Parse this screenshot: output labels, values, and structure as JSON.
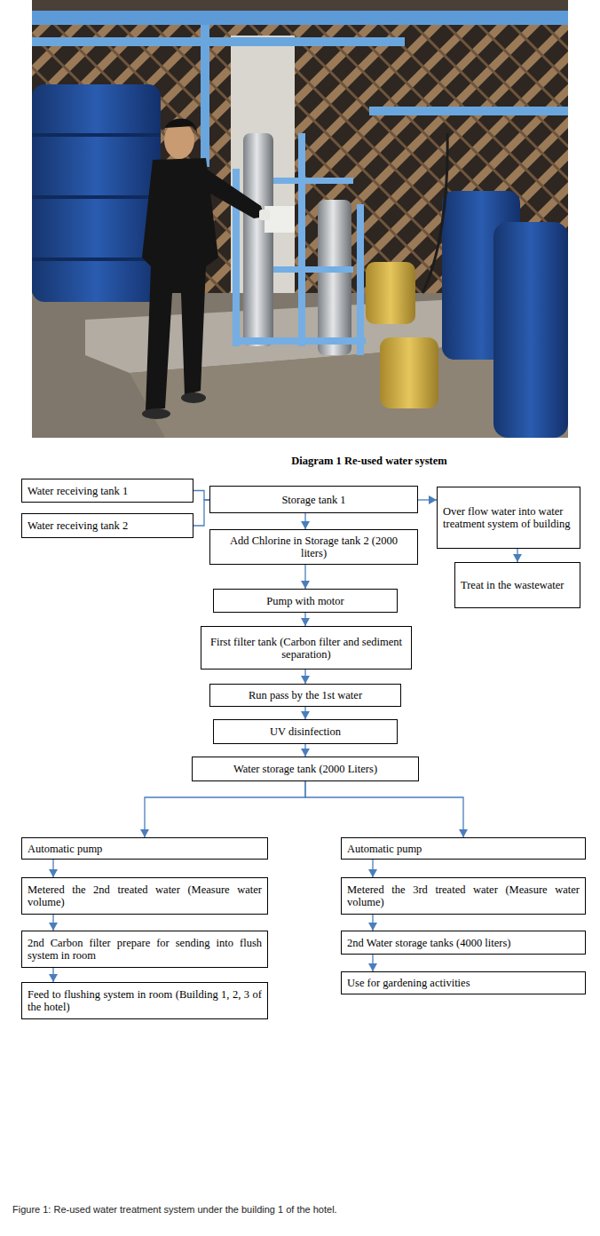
{
  "diagram": {
    "title": "Diagram 1 Re-used water system",
    "caption": "Figure 1: Re-used water treatment system under the building 1 of the hotel.",
    "nodes": [
      {
        "text": [
          "Water receiving tank 1"
        ]
      },
      {
        "text": [
          "Water receiving tank 2"
        ]
      },
      {
        "text": [
          "Storage tank 1"
        ]
      },
      {
        "text": [
          "Over flow water into water treatment system of building"
        ]
      },
      {
        "text": [
          "Treat in the wastewater"
        ]
      },
      {
        "text": [
          "Add Chlorine in Storage tank 2 (2000 liters)"
        ]
      },
      {
        "text": [
          "Pump with motor"
        ]
      },
      {
        "text": [
          "First filter tank (Carbon filter and sediment separation)"
        ]
      },
      {
        "text": [
          "Run pass by the 1st water"
        ]
      },
      {
        "text": [
          "UV disinfection"
        ]
      },
      {
        "text": [
          "Water storage tank (2000 Liters)"
        ]
      },
      {
        "text": [
          "Automatic pump"
        ]
      },
      {
        "text": [
          "Automatic pump"
        ]
      },
      {
        "text": [
          "Metered the 2nd treated water (Measure water volume)"
        ]
      },
      {
        "text": [
          "Metered the 3rd treated water (Measure water volume)"
        ]
      },
      {
        "text": [
          "2nd Carbon filter prepare for sending into flush system in room"
        ]
      },
      {
        "text": [
          "2nd Water storage tanks (4000 liters)"
        ]
      },
      {
        "text": [
          "Feed to flushing system in room (Building 1, 2, 3 of the hotel)"
        ]
      },
      {
        "text": [
          "Use for gardening activities"
        ]
      }
    ],
    "edges": [
      {
        "from": 0,
        "to": 2,
        "arrow": "none"
      },
      {
        "from": 1,
        "to": 2,
        "arrow": "none"
      },
      {
        "from": 2,
        "to": 3,
        "arrow": "to"
      },
      {
        "from": 3,
        "to": 4,
        "arrow": "to"
      },
      {
        "from": 2,
        "to": 5,
        "arrow": "to"
      },
      {
        "from": 5,
        "to": 6,
        "arrow": "to"
      },
      {
        "from": 6,
        "to": 7,
        "arrow": "to"
      },
      {
        "from": 7,
        "to": 8,
        "arrow": "to"
      },
      {
        "from": 8,
        "to": 9,
        "arrow": "to"
      },
      {
        "from": 9,
        "to": 10,
        "arrow": "to"
      },
      {
        "from": 10,
        "to": 11,
        "arrow": "to"
      },
      {
        "from": 10,
        "to": 12,
        "arrow": "to"
      },
      {
        "from": 11,
        "to": 13,
        "arrow": "to"
      },
      {
        "from": 13,
        "to": 15,
        "arrow": "to"
      },
      {
        "from": 15,
        "to": 17,
        "arrow": "to"
      },
      {
        "from": 12,
        "to": 14,
        "arrow": "to"
      },
      {
        "from": 14,
        "to": 16,
        "arrow": "to"
      },
      {
        "from": 16,
        "to": 18,
        "arrow": "to"
      }
    ]
  }
}
